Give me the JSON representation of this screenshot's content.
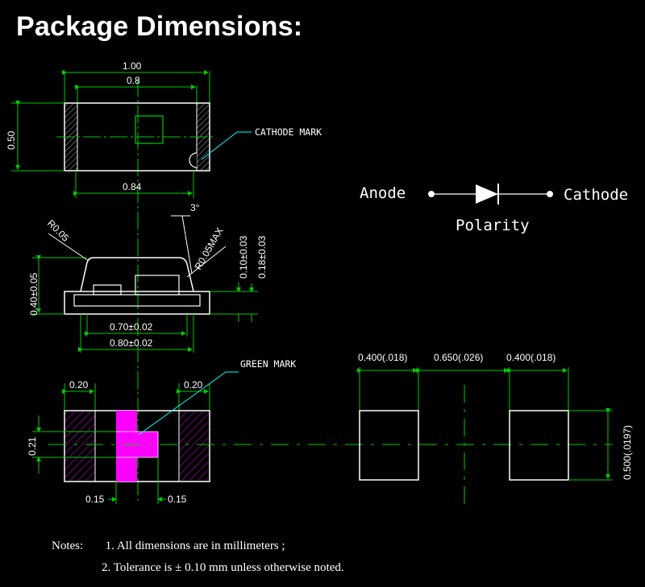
{
  "title": "Package Dimensions:",
  "top_view": {
    "dim_overall_width": "1.00",
    "dim_inner_width": "0.8",
    "dim_height": "0.50",
    "dim_bottom_width": "0.84",
    "cathode_mark_label": "CATHODE MARK"
  },
  "side_view": {
    "radius_left": "R0.05",
    "radius_right_max": "R0.05MAX",
    "angle": "3°",
    "dim_height": "0.40±0.05",
    "dim_lead_010": "0.10±0.03",
    "dim_lead_018": "0.18±0.03",
    "dim_inner": "0.70±0.02",
    "dim_outer": "0.80±0.02"
  },
  "bottom_view": {
    "dim_pad_left": "0.20",
    "dim_pad_right": "0.20",
    "dim_height": "0.21",
    "dim_mark_left": "0.15",
    "dim_mark_right": "0.15",
    "green_mark_label": "GREEN MARK"
  },
  "polarity": {
    "anode": "Anode",
    "cathode": "Cathode",
    "label": "Polarity"
  },
  "footprint": {
    "dim_left_pad": "0.400(.018)",
    "dim_gap": "0.650(.026)",
    "dim_right_pad": "0.400(.018)",
    "dim_height": "0.500(.0197)"
  },
  "notes": {
    "heading": "Notes:",
    "note1": "1. All dimensions are in millimeters ;",
    "note2": "2. Tolerance is ± 0.10 mm unless otherwise noted."
  },
  "colors": {
    "background": "#000000",
    "outline": "#ffffff",
    "dimension": "#00cc00",
    "callout": "#00ffff",
    "mark": "#ff00ff",
    "hatch": "#c000c0"
  }
}
